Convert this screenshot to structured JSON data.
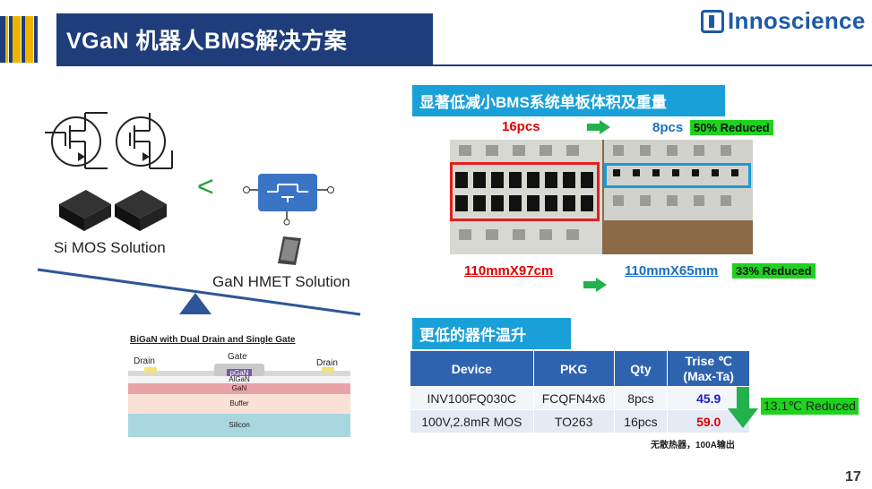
{
  "header": {
    "title": "VGaN 机器人BMS解决方案",
    "logo_text": "Innoscience"
  },
  "left": {
    "si_label": "Si MOS Solution",
    "gan_label": "GaN HMET Solution",
    "compare_symbol": "<",
    "diagram": {
      "title": "BiGaN with Dual Drain and Single Gate",
      "gate": "Gate",
      "drain_left": "Drain",
      "drain_right": "Drain",
      "pgan": "pGaN",
      "algan": "AlGaN",
      "gan": "GaN",
      "buffer": "Buffer",
      "silicon": "Silicon"
    }
  },
  "right_top": {
    "section_title": "显著低减小BMS系统单板体积及重量",
    "count_before": "16pcs",
    "count_after": "8pcs",
    "count_tag": "50% Reduced",
    "size_before": "110mmX97cm",
    "size_after": "110mmX65mm",
    "size_tag": "33% Reduced"
  },
  "right_bottom": {
    "section_title": "更低的器件温升",
    "table": {
      "headers": [
        "Device",
        "PKG",
        "Qty",
        "Trise ℃\n(Max-Ta)"
      ],
      "rows": [
        [
          "INV100FQ030C",
          "FCQFN4x6",
          "8pcs",
          "45.9"
        ],
        [
          "100V,2.8mR MOS",
          "TO263",
          "16pcs",
          "59.0"
        ]
      ]
    },
    "reduced_tag": "13.1℃ Reduced",
    "note": "无散热器，100A输出"
  },
  "page_number": "17",
  "colors": {
    "title_bg": "#1f3d7a",
    "accent_yellow": "#f0b400",
    "section_blue": "#1aa0d8",
    "table_header": "#2e63b0",
    "green_tag": "#1fd21f",
    "red": "#e00000",
    "blue_value": "#1a6fc0"
  }
}
